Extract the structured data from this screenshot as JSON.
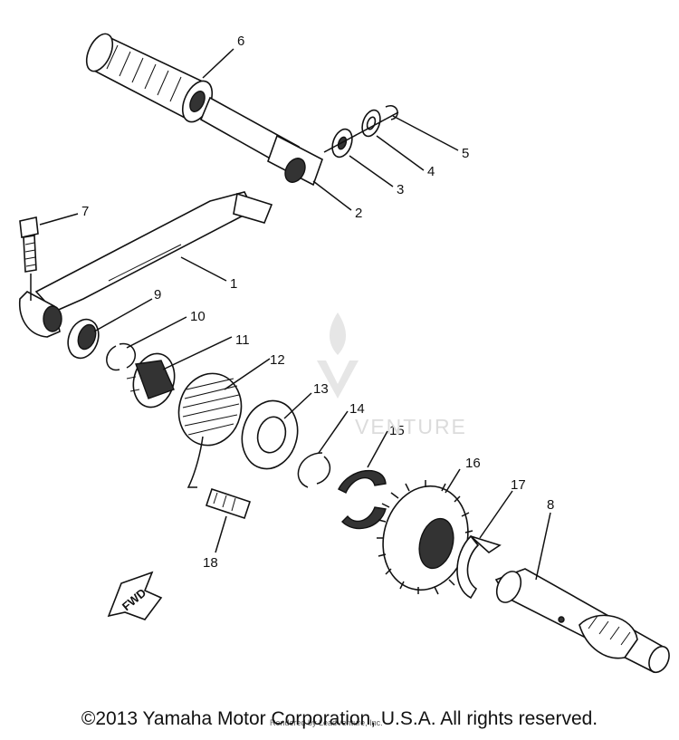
{
  "diagram": {
    "callouts": [
      {
        "id": "1",
        "label": "1"
      },
      {
        "id": "2",
        "label": "2"
      },
      {
        "id": "3",
        "label": "3"
      },
      {
        "id": "4",
        "label": "4"
      },
      {
        "id": "5",
        "label": "5"
      },
      {
        "id": "6",
        "label": "6"
      },
      {
        "id": "7",
        "label": "7"
      },
      {
        "id": "8",
        "label": "8"
      },
      {
        "id": "9",
        "label": "9"
      },
      {
        "id": "10",
        "label": "10"
      },
      {
        "id": "11",
        "label": "11"
      },
      {
        "id": "12",
        "label": "12"
      },
      {
        "id": "13",
        "label": "13"
      },
      {
        "id": "14",
        "label": "14"
      },
      {
        "id": "15",
        "label": "15"
      },
      {
        "id": "16",
        "label": "16"
      },
      {
        "id": "17",
        "label": "17"
      },
      {
        "id": "18",
        "label": "18"
      }
    ],
    "direction_label": "FWD"
  },
  "watermark": {
    "text": "VENTURE",
    "credit": "Rendered by LeadVenture, Inc."
  },
  "footer": {
    "copyright": "©2013 Yamaha Motor Corporation, U.S.A. All rights reserved."
  }
}
